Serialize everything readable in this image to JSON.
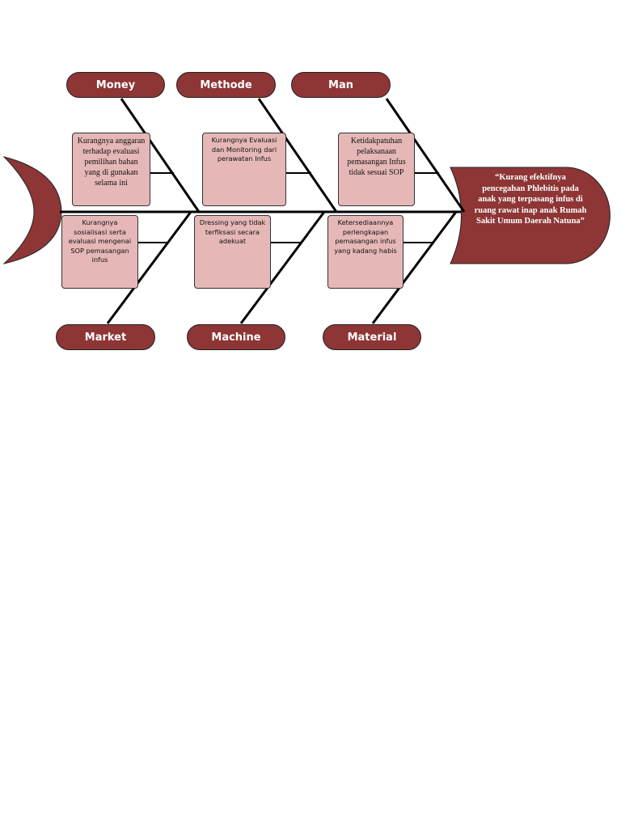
{
  "categories": {
    "money": "Money",
    "methode": "Methode",
    "man": "Man",
    "market": "Market",
    "machine": "Machine",
    "material": "Material"
  },
  "causes": {
    "money": "Kurangnya anggaran terhadap evaluasi pemilihan bahan yang di gunakan selama ini",
    "methode": "Kurangnya Evaluasi dan Monitoring dari perawatan Infus",
    "man": "Ketidakpatuhan pelaksanaan pemasangan Infus tidak sesuai SOP",
    "market": "Kurangnya sosialisasi serta evaluasi mengenai SOP pemasangan infus",
    "machine": "Dressing yang tidak terfiksasi secara adekuat",
    "material": "Ketersediaannya perlengkapan pemasangan infus yang kadang habis"
  },
  "effect": "“Kurang efektifnya pencegahan Phlebitis pada anak yang terpasang infus di ruang rawat inap anak Rumah Sakit Umum Daerah Natuna”",
  "colors": {
    "shape_fill": "#8e3535",
    "cause_fill": "#e6b7b7",
    "line": "#000000"
  }
}
